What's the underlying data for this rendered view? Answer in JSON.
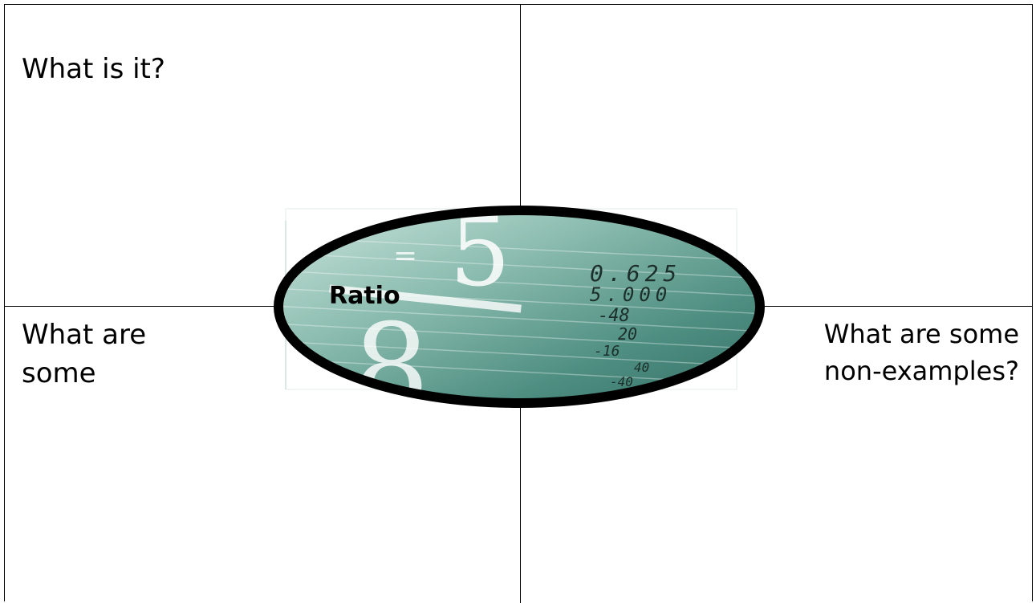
{
  "quadrants": {
    "top_left": "What is it?",
    "bottom_left": "What are some",
    "bottom_right": "What are some non-examples?"
  },
  "center": {
    "label": "Ratio",
    "image_text": {
      "numerator": "5",
      "denominator": "8",
      "equals": "=",
      "quotient": "0.625",
      "dividend": "5.000",
      "work": [
        "-48",
        "20",
        "-16",
        "40",
        "-40"
      ]
    },
    "colors": {
      "teal_light": "#a9cfc4",
      "teal_dark": "#3f7f73",
      "border": "#000000"
    }
  }
}
